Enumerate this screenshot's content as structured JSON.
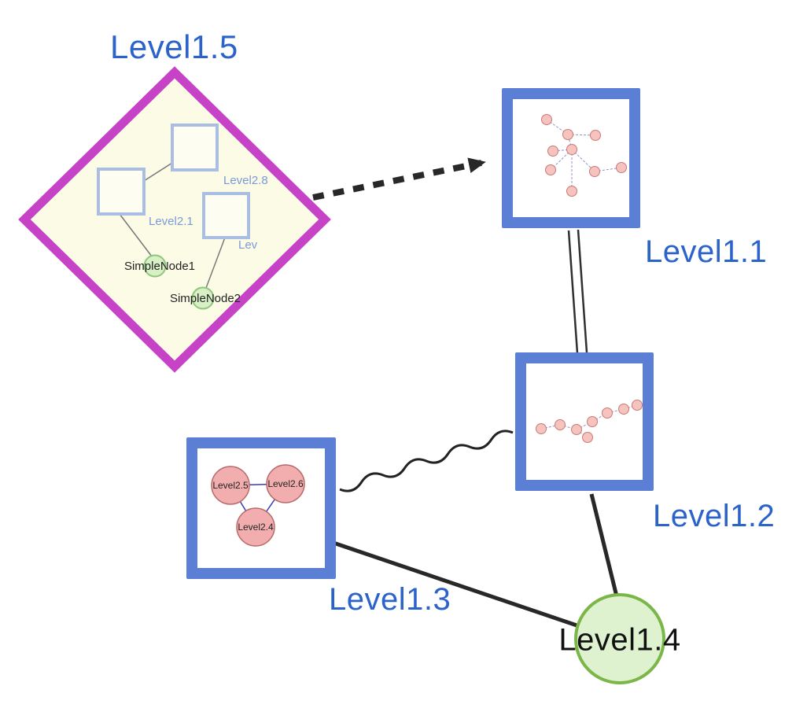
{
  "nodes": {
    "level1_1": {
      "label": "Level1.1"
    },
    "level1_2": {
      "label": "Level1.2"
    },
    "level1_3": {
      "label": "Level1.3"
    },
    "level1_4": {
      "label": "Level1.4"
    },
    "level1_5": {
      "label": "Level1.5"
    }
  },
  "level1_5_contents": {
    "square_top_label": "Level2.8",
    "square_left_label": "Level2.1",
    "square_right_label": "Lev",
    "simple_node_1": "SimpleNode1",
    "simple_node_2": "SimpleNode2"
  },
  "level1_3_contents": {
    "node_left": "Level2.5",
    "node_right": "Level2.6",
    "node_bottom": "Level2.4"
  },
  "colors": {
    "label_blue": "#2c63cb",
    "box_border_blue": "#5b7fd4",
    "diamond_border_magenta": "#c642c6",
    "diamond_fill_yellow": "#fcfce6",
    "green_node_fill": "#def2cf",
    "green_node_border": "#7ab648",
    "pink_node_fill": "#f2aeae",
    "pink_node_border": "#b86a6a",
    "edge_black": "#282828"
  }
}
